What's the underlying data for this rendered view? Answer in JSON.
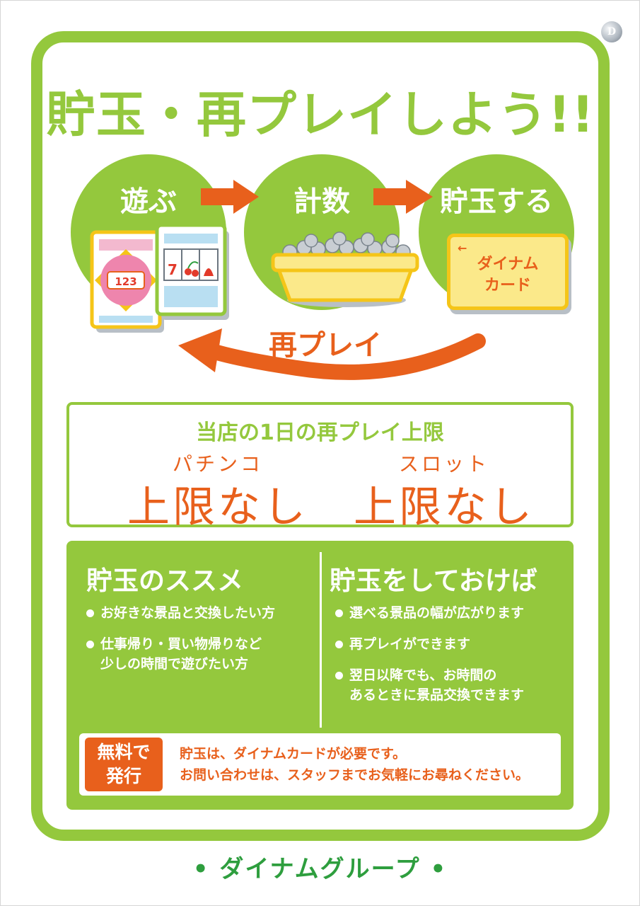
{
  "title": "貯玉・再プレイしよう!!",
  "steps": [
    "遊ぶ",
    "計数",
    "貯玉する"
  ],
  "illustrations": {
    "pachinko_display": "123",
    "slot_reels": "7",
    "card_text": [
      "ダイナム",
      "カード"
    ]
  },
  "replay_label": "再プレイ",
  "limit": {
    "heading": "当店の1日の再プレイ上限",
    "pachinko_label": "パチンコ",
    "pachinko_value": "上限なし",
    "slot_label": "スロット",
    "slot_value": "上限なし"
  },
  "recommend": {
    "heading": "貯玉のススメ",
    "items": [
      "お好きな景品と交換したい方",
      "仕事帰り・買い物帰りなど\n少しの時間で遊びたい方"
    ]
  },
  "benefits": {
    "heading": "貯玉をしておけば",
    "items": [
      "選べる景品の幅が広がります",
      "再プレイができます",
      "翌日以降でも、お時間の\nあるときに景品交換できます"
    ]
  },
  "notice": {
    "badge_line1": "無料で",
    "badge_line2": "発行",
    "line1": "貯玉は、ダイナムカードが必要です。",
    "line2": "お問い合わせは、スタッフまでお気軽にお尋ねください。"
  },
  "footer": "• ダイナムグループ •",
  "colors": {
    "green": "#94c83d",
    "orange": "#e8601c",
    "footer_green": "#2e9e3e",
    "yellow": "#fbe98a"
  }
}
